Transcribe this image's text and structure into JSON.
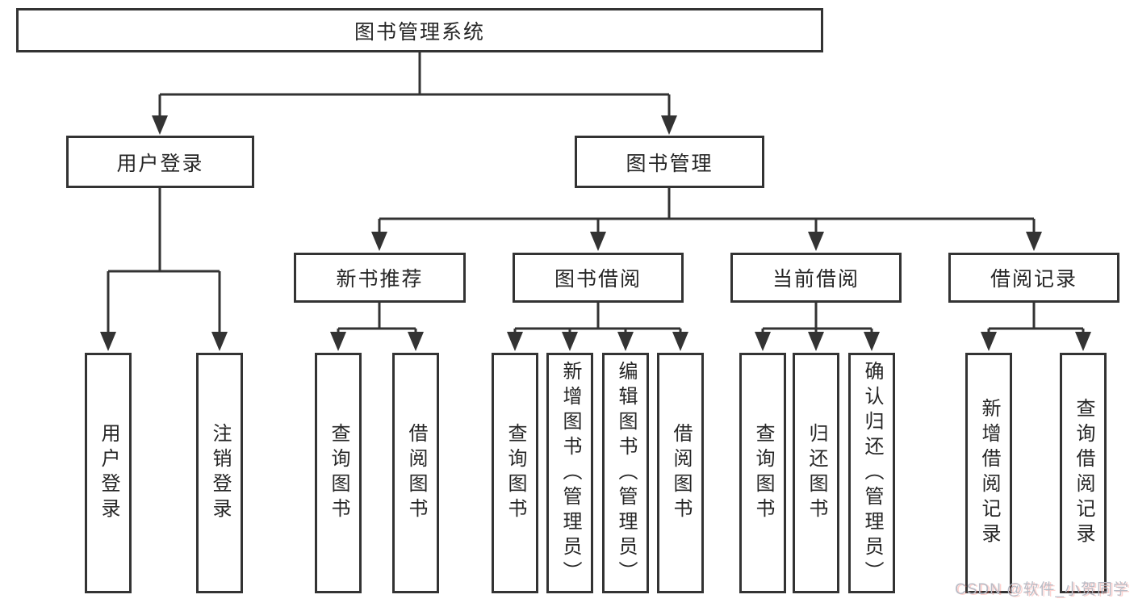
{
  "tree": {
    "label": "图书管理系统",
    "children": [
      {
        "label": "用户登录",
        "children": [
          {
            "label": "用户登录"
          },
          {
            "label": "注销登录"
          }
        ]
      },
      {
        "label": "图书管理",
        "children": [
          {
            "label": "新书推荐",
            "children": [
              {
                "label": "查询图书"
              },
              {
                "label": "借阅图书"
              }
            ]
          },
          {
            "label": "图书借阅",
            "children": [
              {
                "label": "查询图书"
              },
              {
                "label": "新增图书（管理员）"
              },
              {
                "label": "编辑图书（管理员）"
              },
              {
                "label": "借阅图书"
              }
            ]
          },
          {
            "label": "当前借阅",
            "children": [
              {
                "label": "查询图书"
              },
              {
                "label": "归还图书"
              },
              {
                "label": "确认归还（管理员）"
              }
            ]
          },
          {
            "label": "借阅记录",
            "children": [
              {
                "label": "新增借阅记录"
              },
              {
                "label": "查询借阅记录"
              }
            ]
          }
        ]
      }
    ]
  },
  "watermark": {
    "text": "CSDN @软件_小贺同学"
  },
  "colors": {
    "line": "#333333",
    "box_border": "#333333",
    "box_background": "#ffffff",
    "text": "#262626",
    "watermark": "#b9bcc6",
    "page_background": "#ffffff"
  }
}
